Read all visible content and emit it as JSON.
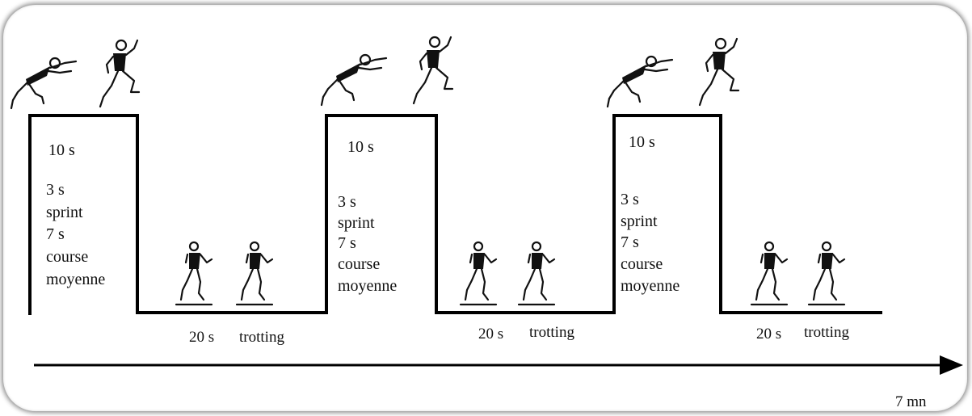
{
  "intervals": [
    {
      "work_duration": "10 s",
      "work_lines": [
        "3 s",
        "sprint",
        "7 s",
        "course",
        "moyenne"
      ],
      "rest_duration": "20 s",
      "rest_label": "trotting"
    },
    {
      "work_duration": "10 s",
      "work_lines": [
        "3 s",
        "sprint",
        "7 s",
        "course",
        "moyenne"
      ],
      "rest_duration": "20 s",
      "rest_label": "trotting"
    },
    {
      "work_duration": "10 s",
      "work_lines": [
        "3 s",
        "sprint",
        "7 s",
        "course",
        "moyenne"
      ],
      "rest_duration": "20 s",
      "rest_label": "trotting"
    }
  ],
  "timeline": {
    "end_label": "7 mn"
  },
  "icons": {
    "sprinter": "sprinter-icon",
    "runner": "runner-icon",
    "jogger": "jogger-icon"
  }
}
